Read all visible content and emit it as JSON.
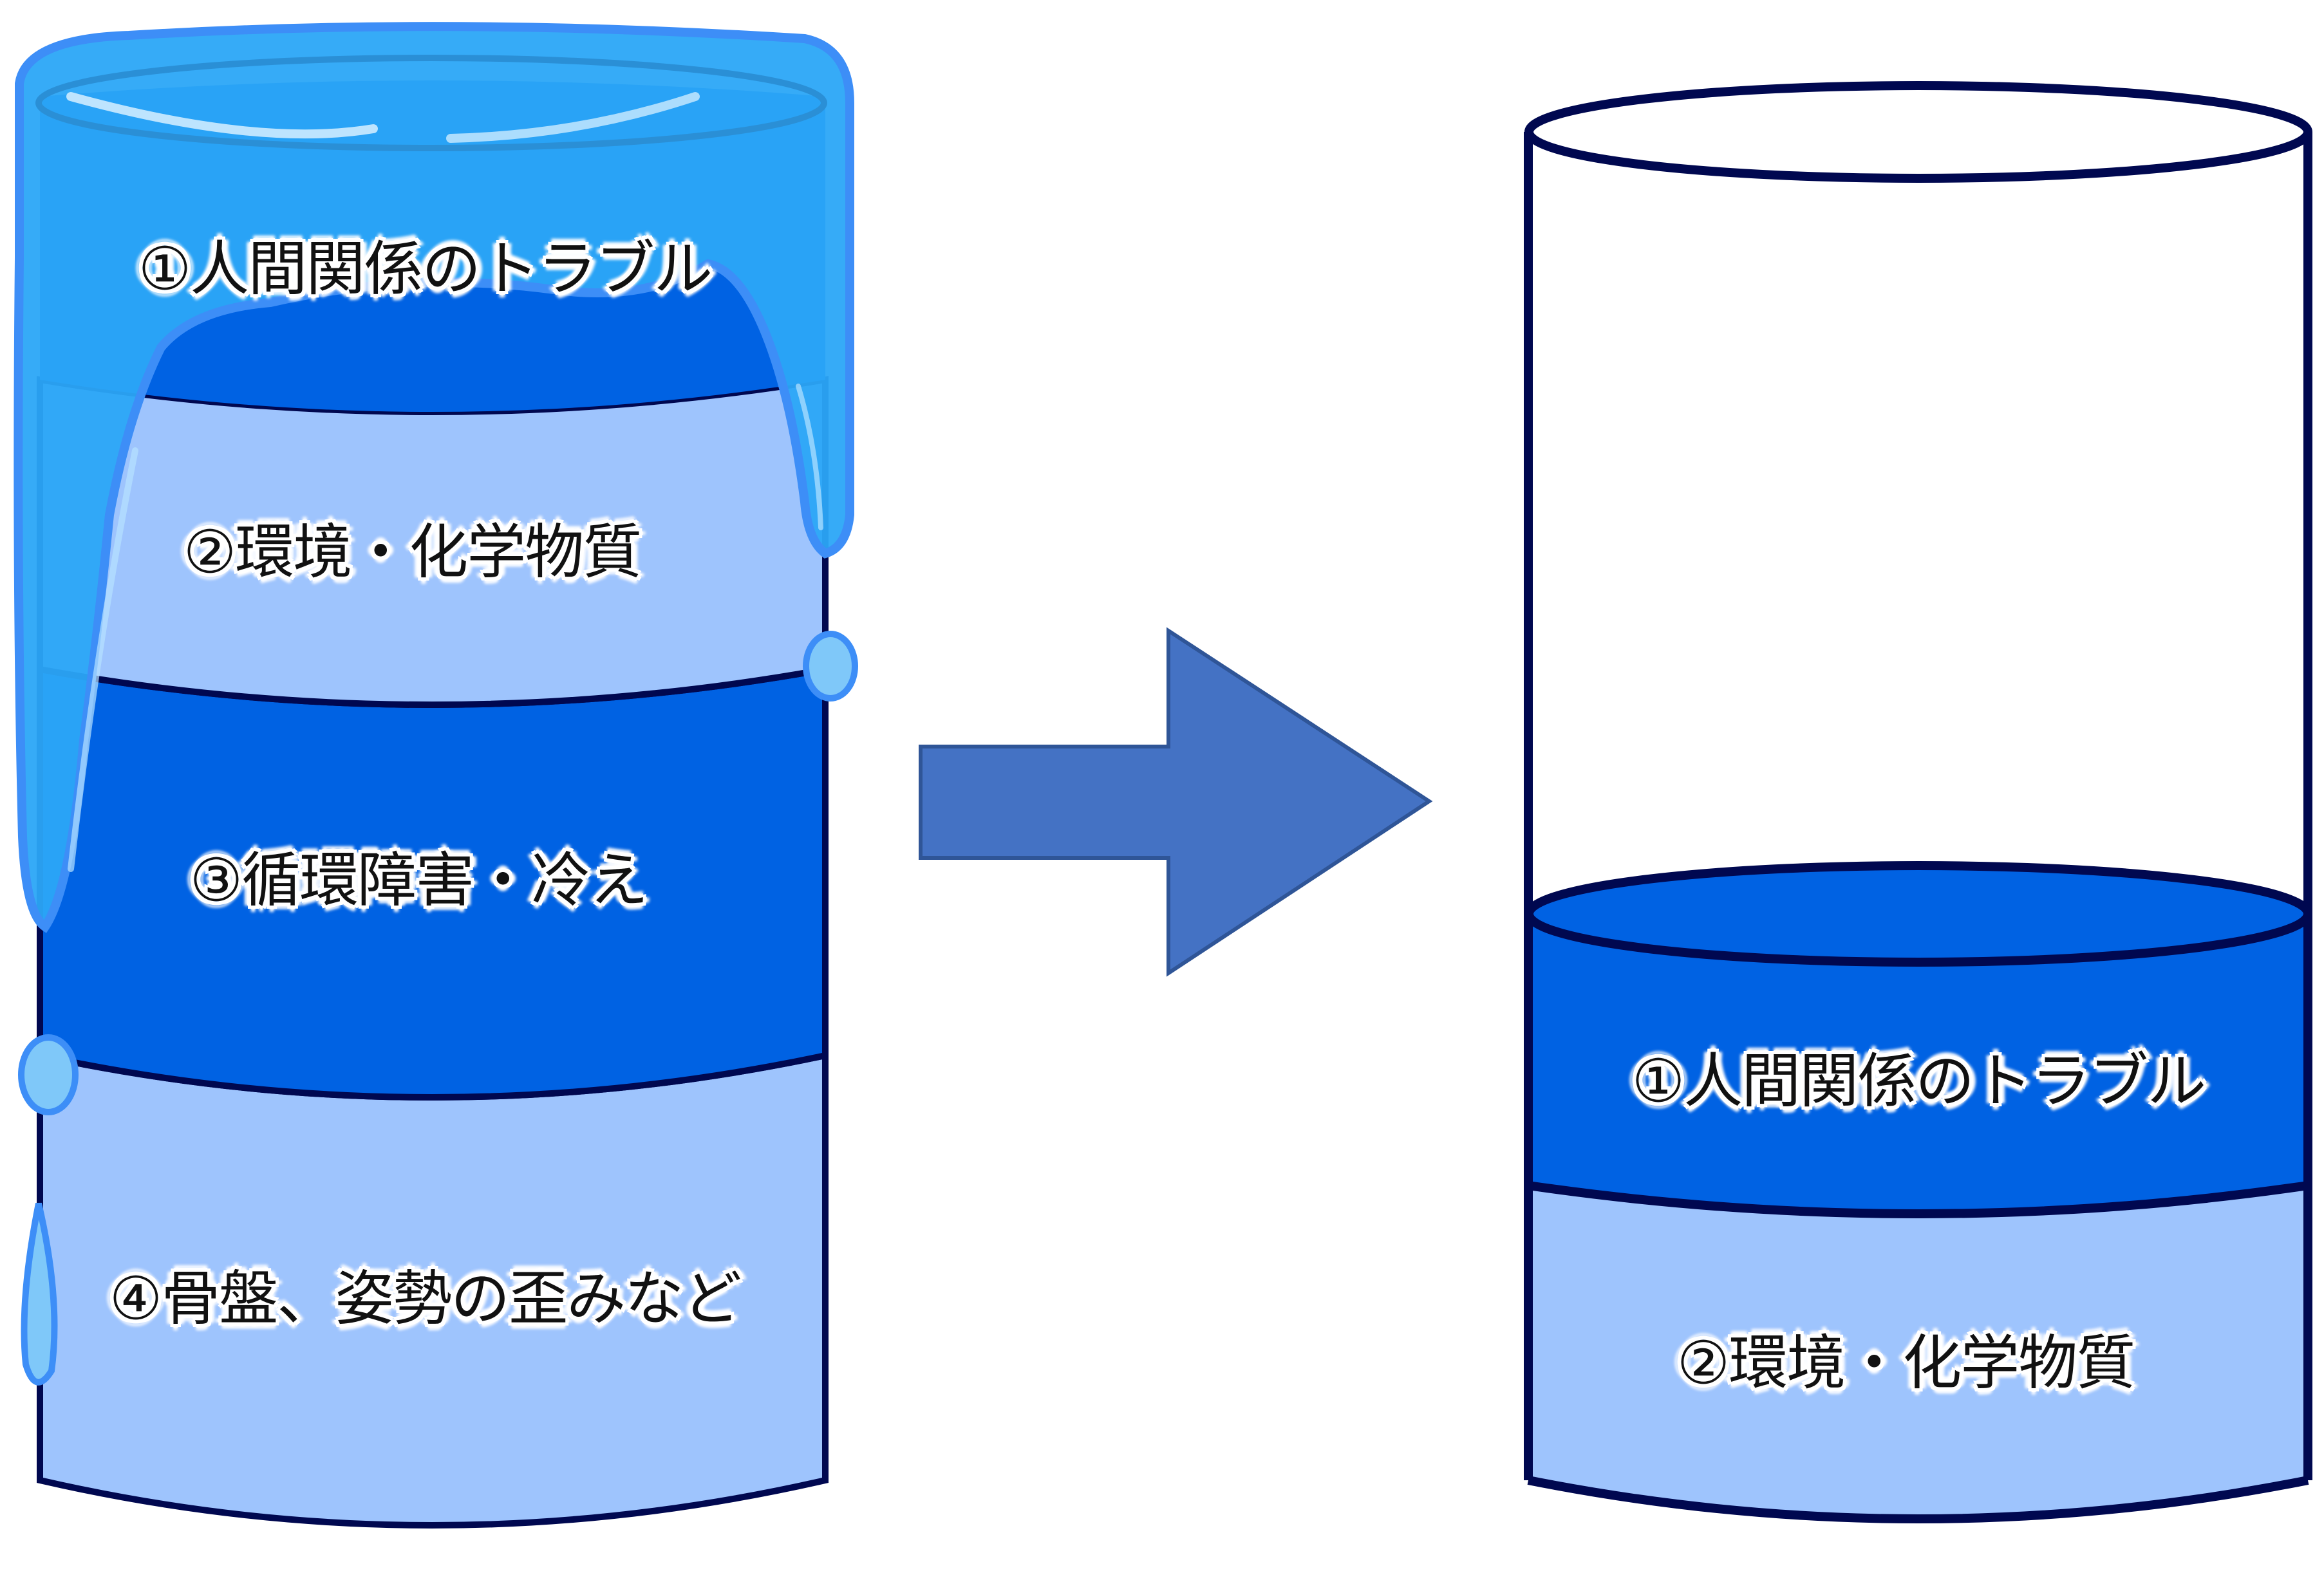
{
  "diagram": {
    "left_cup": {
      "state": "overflowing",
      "layers": [
        {
          "label": "①人間関係のトラブル",
          "color": "#0062E3"
        },
        {
          "label": "②環境・化学物質",
          "color": "#9EC4FD"
        },
        {
          "label": "③循環障害・冷え",
          "color": "#0062E3"
        },
        {
          "label": "④骨盤、姿勢の歪みなど",
          "color": "#9EC4FD"
        }
      ],
      "overflow_color": "#2BA6F7"
    },
    "arrow": {
      "direction": "right",
      "color": "#4472C4"
    },
    "right_cup": {
      "state": "reduced",
      "layers": [
        {
          "label": "①人間関係のトラブル",
          "color": "#0062E3"
        },
        {
          "label": "②環境・化学物質",
          "color": "#9EC4FD"
        }
      ]
    },
    "outline_color": "#000850"
  }
}
